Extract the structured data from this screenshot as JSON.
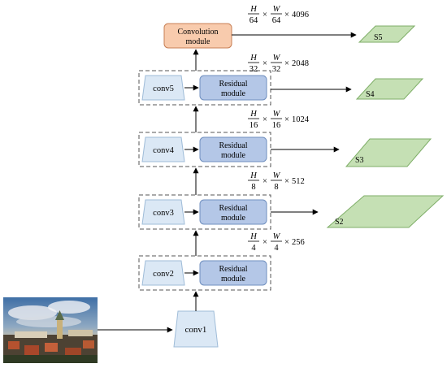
{
  "diagram": {
    "input_image": {
      "label": ""
    },
    "conv1": {
      "label": "conv1"
    },
    "stages": [
      {
        "conv_label": "conv2",
        "block_label_line1": "Residual",
        "block_label_line2": "module",
        "dim": {
          "h_num": "H",
          "h_den": "4",
          "w_num": "W",
          "w_den": "4",
          "channels": "256"
        }
      },
      {
        "conv_label": "conv3",
        "block_label_line1": "Residual",
        "block_label_line2": "module",
        "dim": {
          "h_num": "H",
          "h_den": "8",
          "w_num": "W",
          "w_den": "8",
          "channels": "512"
        },
        "output": "S2"
      },
      {
        "conv_label": "conv4",
        "block_label_line1": "Residual",
        "block_label_line2": "module",
        "dim": {
          "h_num": "H",
          "h_den": "16",
          "w_num": "W",
          "w_den": "16",
          "channels": "1024"
        },
        "output": "S3"
      },
      {
        "conv_label": "conv5",
        "block_label_line1": "Residual",
        "block_label_line2": "module",
        "dim": {
          "h_num": "H",
          "h_den": "32",
          "w_num": "W",
          "w_den": "32",
          "channels": "2048"
        },
        "output": "S4"
      }
    ],
    "top": {
      "block_label_line1": "Convolution",
      "block_label_line2": "module",
      "dim": {
        "h_num": "H",
        "h_den": "64",
        "w_num": "W",
        "w_den": "64",
        "channels": "4096"
      },
      "output": "S5"
    },
    "times_symbol": "×",
    "colors": {
      "conv_fill": "#dbe8f5",
      "conv_stroke": "#9fbcd8",
      "residual_fill": "#b4c7e7",
      "residual_stroke": "#6f8fbf",
      "convmod_fill": "#f8cbad",
      "convmod_stroke": "#c77f55",
      "plane_fill": "#c5e0b4",
      "plane_stroke": "#7fae68"
    }
  }
}
